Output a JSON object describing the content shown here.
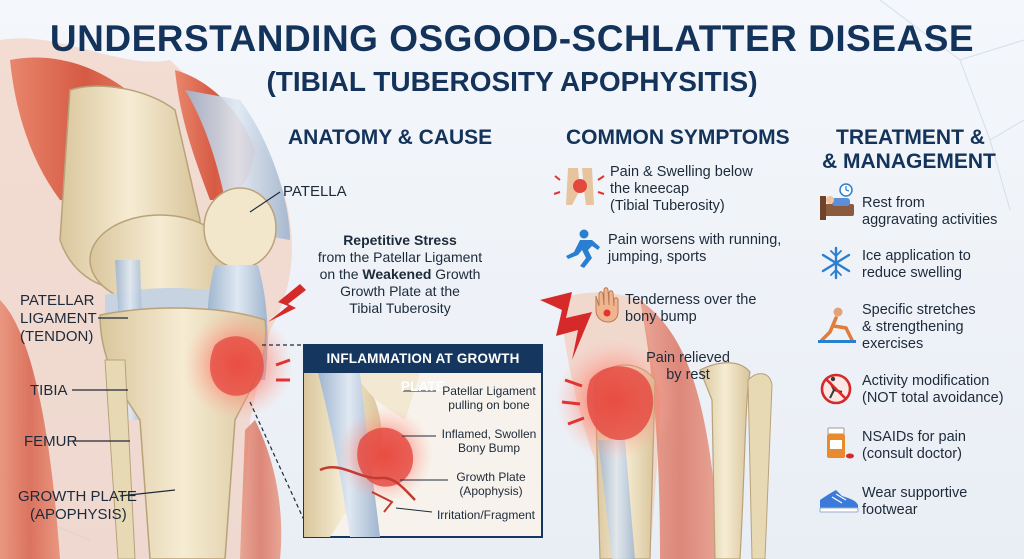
{
  "title": {
    "line1": "UNDERSTANDING OSGOOD-SCHLATTER DISEASE",
    "line2": "(TIBIAL TUBEROSITY APOPHYSITIS)"
  },
  "sections": {
    "anatomy": "ANATOMY & CAUSE",
    "symptoms": "COMMON SYMPTOMS",
    "treatment_line1": "TREATMENT &",
    "treatment_line2": "& MANAGEMENT"
  },
  "anatomy_labels": {
    "patella": "PATELLA",
    "patellar_ligament_1": "PATELLAR",
    "patellar_ligament_2": "LIGAMENT",
    "patellar_ligament_3": "(TENDON)",
    "tibia": "TIBIA",
    "femur": "FEMUR",
    "growth_plate_1": "GROWTH PLATE",
    "growth_plate_2": "(APOPHYSIS)"
  },
  "stress": {
    "bold1": "Repetitive Stress",
    "line2": "from the Patellar Ligament",
    "pre3": "on the ",
    "bold3": "Weakened",
    "post3": " Growth",
    "line4": "Growth Plate at the",
    "line5": "Tibial Tuberosity"
  },
  "inset": {
    "title": "INFLAMMATION AT GROWTH PLATE",
    "label1_l1": "Patellar Ligament",
    "label1_l2": "pulling on bone",
    "label2_l1": "Inflamed, Swollen",
    "label2_l2": "Bony Bump",
    "label3_l1": "Growth Plate",
    "label3_l2": "(Apophysis)",
    "label4": "Irritation/Fragment"
  },
  "symptoms": [
    {
      "icon": "knee-pain-icon",
      "l1": "Pain & Swelling below",
      "l2": "the kneecap",
      "l3": "(Tibial Tuberosity)"
    },
    {
      "icon": "runner-icon",
      "l1": "Pain worsens with running,",
      "l2": "jumping, sports"
    },
    {
      "icon": "hand-icon",
      "l1": "Tenderness over the",
      "l2": "bony bump"
    }
  ],
  "relief": {
    "l1": "Pain relieved",
    "l2": "by rest"
  },
  "treatments": [
    {
      "icon": "bed-rest-icon",
      "l1": "Rest from",
      "l2": "aggravating activities"
    },
    {
      "icon": "snowflake-icon",
      "l1": "Ice application to",
      "l2": "reduce swelling"
    },
    {
      "icon": "stretch-icon",
      "l1": "Specific stretches",
      "l2": "& strengthening",
      "l3": "exercises"
    },
    {
      "icon": "no-activity-icon",
      "l1": "Activity modification",
      "l2": "(NOT total avoidance)"
    },
    {
      "icon": "pill-bottle-icon",
      "l1": "NSAIDs for pain",
      "l2": "(consult doctor)"
    },
    {
      "icon": "shoe-icon",
      "l1": "Wear supportive",
      "l2": "footwear"
    }
  ],
  "colors": {
    "title": "#14335a",
    "inflammation": "#e8383a",
    "bone": "#efe2c4",
    "muscle": "#d9604a",
    "ligament": "#b8c9dc"
  }
}
